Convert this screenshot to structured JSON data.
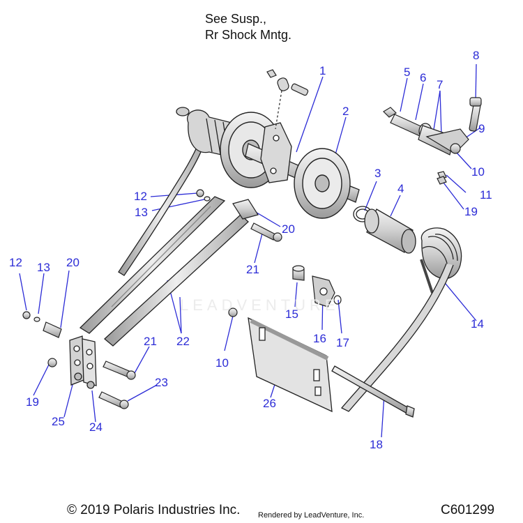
{
  "note": {
    "line1": "See Susp.,",
    "line2": "Rr Shock Mntg."
  },
  "callouts": [
    {
      "id": "c1",
      "text": "1"
    },
    {
      "id": "c2",
      "text": "2"
    },
    {
      "id": "c3",
      "text": "3"
    },
    {
      "id": "c4",
      "text": "4"
    },
    {
      "id": "c5",
      "text": "5"
    },
    {
      "id": "c6",
      "text": "6"
    },
    {
      "id": "c7",
      "text": "7"
    },
    {
      "id": "c8",
      "text": "8"
    },
    {
      "id": "c9",
      "text": "9"
    },
    {
      "id": "c10a",
      "text": "10"
    },
    {
      "id": "c10b",
      "text": "10"
    },
    {
      "id": "c11",
      "text": "11"
    },
    {
      "id": "c12a",
      "text": "12"
    },
    {
      "id": "c12b",
      "text": "12"
    },
    {
      "id": "c13a",
      "text": "13"
    },
    {
      "id": "c13b",
      "text": "13"
    },
    {
      "id": "c14",
      "text": "14"
    },
    {
      "id": "c15",
      "text": "15"
    },
    {
      "id": "c16",
      "text": "16"
    },
    {
      "id": "c17",
      "text": "17"
    },
    {
      "id": "c18",
      "text": "18"
    },
    {
      "id": "c19a",
      "text": "19"
    },
    {
      "id": "c19b",
      "text": "19"
    },
    {
      "id": "c20a",
      "text": "20"
    },
    {
      "id": "c20b",
      "text": "20"
    },
    {
      "id": "c21a",
      "text": "21"
    },
    {
      "id": "c21b",
      "text": "21"
    },
    {
      "id": "c22",
      "text": "22"
    },
    {
      "id": "c23",
      "text": "23"
    },
    {
      "id": "c24",
      "text": "24"
    },
    {
      "id": "c25",
      "text": "25"
    },
    {
      "id": "c26",
      "text": "26"
    }
  ],
  "watermark": "LEADVENTURE",
  "footer": {
    "copyright": "© 2019 Polaris Industries Inc.",
    "rendered": "Rendered by LeadVenture, Inc.",
    "code": "C601299"
  },
  "colors": {
    "callout": "#2b2bd6",
    "line": "#2b2bd6",
    "part_outline": "#222222",
    "part_fill": "#dcdcdc"
  }
}
